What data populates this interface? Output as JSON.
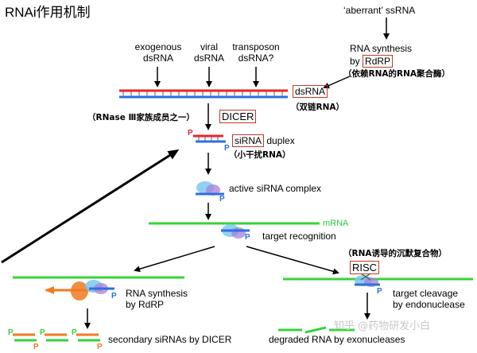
{
  "title": "RNAi作用机制",
  "sources": {
    "exogenous": "exogenous\ndsRNA",
    "viral": "viral\ndsRNA",
    "transposon": "transposon\ndsRNA?"
  },
  "aberrant": "‘aberrant’ ssRNA",
  "rna_synthesis_top": "RNA synthesis",
  "by": "by",
  "rdrp": "RdRP",
  "rdrp_note": "（依赖RNA的RNA聚合酶）",
  "dsrna": "dsRNA",
  "dsrna_note": "（双链RNA）",
  "rnase_note": "（RNase Ⅲ家族成员之一）",
  "dicer": "DICER",
  "sirna": "siRNA",
  "duplex": " duplex",
  "sirna_note": "（小干扰RNA）",
  "p_label": "P",
  "active_complex": "active siRNA complex",
  "mrna": "mRNA",
  "target_recognition": "target recognition",
  "risc_note": "（RNA诱导的沉默复合物）",
  "risc": "RISC",
  "rna_synthesis_bottom": "RNA synthesis\nby RdRP",
  "target_cleavage": "target cleavage\nby endonuclease",
  "secondary": "secondary siRNAs by DICER",
  "degraded": "degraded RNA by exonucleases",
  "watermark": "知乎 @药物研发小白",
  "colors": {
    "red": "#e8262a",
    "blue": "#2f6fe0",
    "green": "#35d43a",
    "orange": "#f07a20",
    "purple": "#a880d8",
    "cyan": "#7ec8f0"
  }
}
